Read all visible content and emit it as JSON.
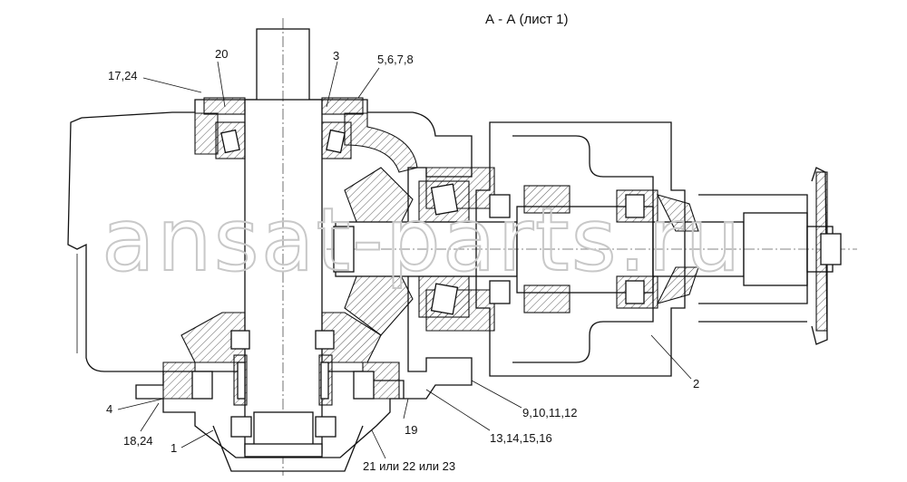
{
  "title": "А - А (лист 1)",
  "watermark": "ansat-parts.ru",
  "callouts": {
    "c20": "20",
    "c3": "3",
    "c5678": "5,6,7,8",
    "c1724": "17,24",
    "c4": "4",
    "c1824": "18,24",
    "c1": "1",
    "c19": "19",
    "c212223": "21 или 22 или 23",
    "c13141516": "13,14,15,16",
    "c9101112": "9,10,11,12",
    "c2": "2"
  }
}
